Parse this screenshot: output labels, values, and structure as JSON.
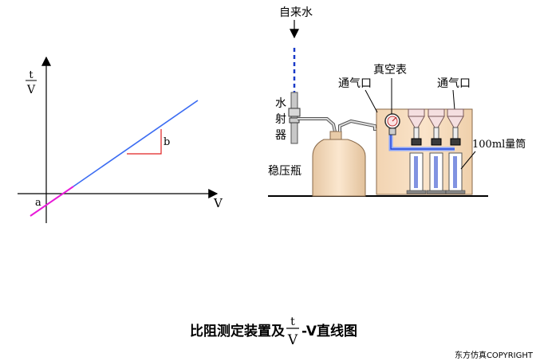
{
  "graph": {
    "y_axis_label_top": "t",
    "y_axis_label_bottom": "V",
    "x_axis_label": "V",
    "intercept_label": "a",
    "slope_label": "b",
    "colors": {
      "fit_line": "#3b6cf2",
      "extrapolation": "#e81ad8",
      "slope_triangle": "#e02020"
    }
  },
  "apparatus": {
    "tap_water_label": "自来水",
    "vacuum_gauge_label": "真空表",
    "vent_label_left": "通气口",
    "vent_label_right": "通气口",
    "water_jet_label_1": "水",
    "water_jet_label_2": "射",
    "water_jet_label_3": "器",
    "buffer_bottle_label": "稳压瓶",
    "cylinder_label": "100ml量筒",
    "colors": {
      "water": "#1a3ac8",
      "tank": "#f6dcbf",
      "tank_edge": "#8a6a4a",
      "tube": "#8aa6ff"
    }
  },
  "caption": {
    "prefix": "比阻测定装置及",
    "frac_top": "t",
    "frac_bottom": "V",
    "suffix": "-V直线图"
  },
  "copyright": "东方仿真COPYRIGHT"
}
